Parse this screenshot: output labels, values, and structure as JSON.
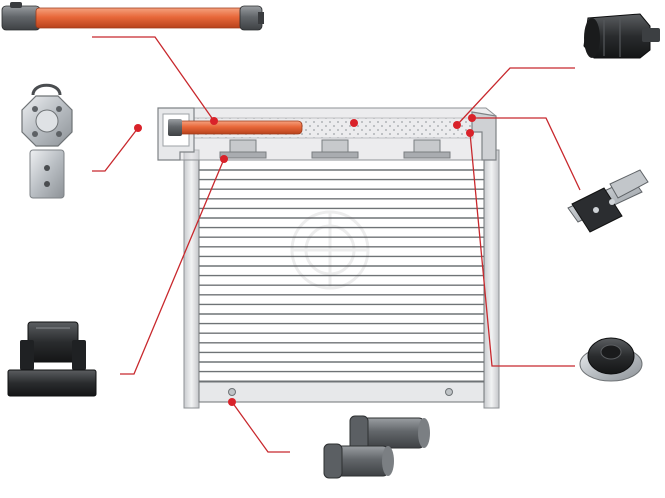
{
  "diagram": {
    "subject": "roller-shutter-components",
    "colors": {
      "callout_line": "#c8282d",
      "callout_dot": "#d9222a",
      "motor_orange": "#e8683a",
      "frame_grey": "#d9dadc",
      "slat_stroke": "#6f7376",
      "component_dark": "#2a2c2e",
      "component_metal": "#c7cbcf"
    },
    "components": [
      {
        "id": "tubular-motor",
        "icon": "tubular-motor-icon"
      },
      {
        "id": "mounting-bracket",
        "icon": "octagonal-bracket-icon"
      },
      {
        "id": "strap-lock",
        "icon": "slat-lock-clip-icon"
      },
      {
        "id": "end-cap",
        "icon": "shaft-end-cap-icon"
      },
      {
        "id": "wall-plate",
        "icon": "support-plate-icon"
      },
      {
        "id": "bearing",
        "icon": "ball-bearing-icon"
      },
      {
        "id": "bottom-stoppers",
        "icon": "rubber-stopper-icon"
      }
    ]
  }
}
